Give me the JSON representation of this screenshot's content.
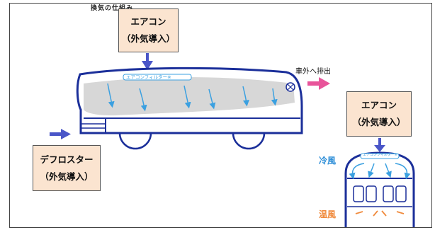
{
  "header": {
    "title": "換気の仕組み"
  },
  "boxes": {
    "top": {
      "line1": "エアコン",
      "line2": "（外気導入）"
    },
    "right": {
      "line1": "エアコン",
      "line2": "（外気導入）"
    },
    "left": {
      "line1": "デフロスター",
      "line2": "（外気導入）"
    }
  },
  "labels": {
    "filter": "エアコンフィルター※",
    "exhaust": "車外へ排出",
    "cold": "冷風",
    "warm": "温風"
  },
  "colors": {
    "bus_outline": "#1b2f9a",
    "inlet_arrow": "#4a56c8",
    "exhaust_arrow": "#e8549a",
    "airflow": "#3ba0e0",
    "cold_label": "#2f8fd8",
    "warm_label": "#f08a3c",
    "box_fill": "#fbe4d0",
    "flow_band": "#d0d0d0"
  },
  "icons": [
    "fan-icon",
    "inlet-arrow-icon",
    "exhaust-arrow-icon",
    "airflow-arrow-icon"
  ]
}
